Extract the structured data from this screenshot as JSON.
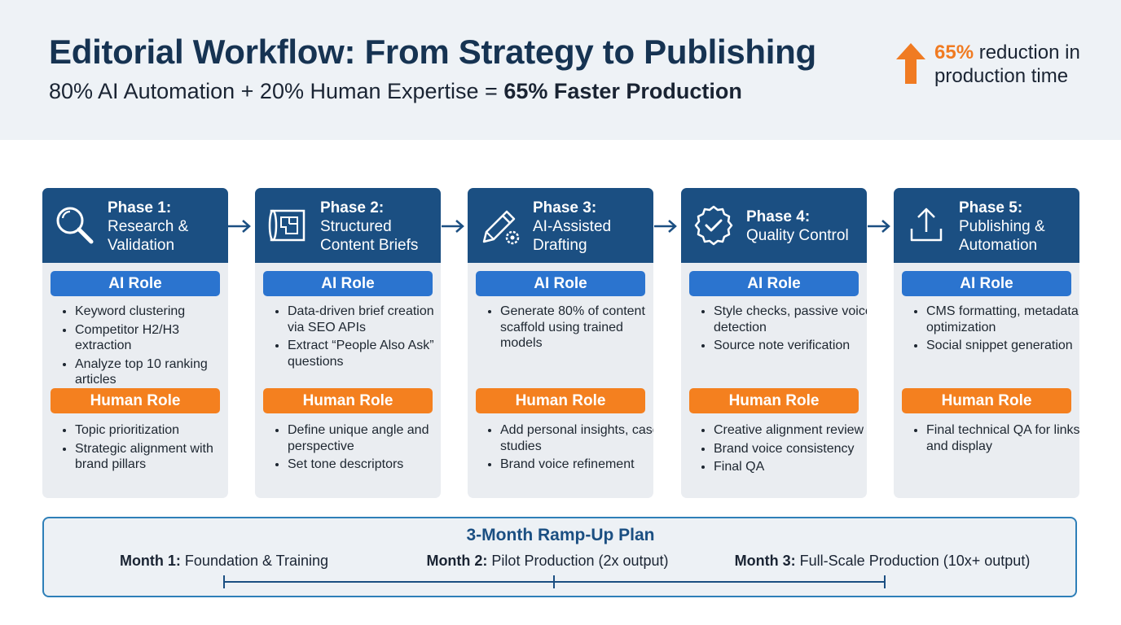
{
  "header": {
    "title": "Editorial Workflow: From Strategy to Publishing",
    "subtitle_lead": "80% AI Automation + 20% Human Expertise = ",
    "subtitle_bold": "65% Faster Production",
    "stat_value": "65%",
    "stat_label": " reduction in production time",
    "stat_icon": "arrow-up-icon",
    "accent_color": "#f07b22"
  },
  "phases": [
    {
      "number": "Phase 1:",
      "title": "Research & Validation",
      "icon": "magnifier-icon",
      "ai_label": "AI Role",
      "ai_items": [
        "Keyword clustering",
        "Competitor H2/H3 extraction",
        "Analyze top 10 ranking articles"
      ],
      "human_label": "Human Role",
      "human_items": [
        "Topic prioritization",
        "Strategic alignment with brand pillars"
      ]
    },
    {
      "number": "Phase 2:",
      "title": "Structured Content Briefs",
      "icon": "blueprint-icon",
      "ai_label": "AI Role",
      "ai_items": [
        "Data-driven brief creation via SEO APIs",
        "Extract “People Also Ask” questions"
      ],
      "human_label": "Human Role",
      "human_items": [
        "Define unique angle and perspective",
        "Set tone descriptors"
      ]
    },
    {
      "number": "Phase 3:",
      "title": "AI-Assisted Drafting",
      "icon": "pencil-gear-icon",
      "ai_label": "AI Role",
      "ai_items": [
        "Generate 80% of content scaffold using trained models"
      ],
      "human_label": "Human Role",
      "human_items": [
        "Add personal insights, case studies",
        "Brand voice refinement"
      ]
    },
    {
      "number": "Phase 4:",
      "title": "Quality Control",
      "icon": "check-badge-icon",
      "ai_label": "AI Role",
      "ai_items": [
        "Style checks, passive voice detection",
        "Source note verification"
      ],
      "human_label": "Human Role",
      "human_items": [
        "Creative alignment review",
        "Brand voice consistency",
        "Final QA"
      ]
    },
    {
      "number": "Phase 5:",
      "title": "Publishing & Automation",
      "icon": "upload-icon",
      "ai_label": "AI Role",
      "ai_items": [
        "CMS formatting, metadata optimization",
        "Social snippet generation"
      ],
      "human_label": "Human Role",
      "human_items": [
        "Final technical QA for links and display"
      ]
    }
  ],
  "ramp": {
    "title": "3-Month Ramp-Up Plan",
    "months": [
      {
        "label": "Month 1:",
        "text": " Foundation & Training"
      },
      {
        "label": "Month 2:",
        "text": " Pilot Production (2x output)"
      },
      {
        "label": "Month 3:",
        "text": " Full-Scale Production (10x+ output)"
      }
    ]
  },
  "colors": {
    "header_blue": "#1b4f82",
    "ai_blue": "#2b74cf",
    "human_orange": "#f4801f",
    "card_bg": "#eaedf1",
    "timeline_blue": "#1b4f82"
  }
}
